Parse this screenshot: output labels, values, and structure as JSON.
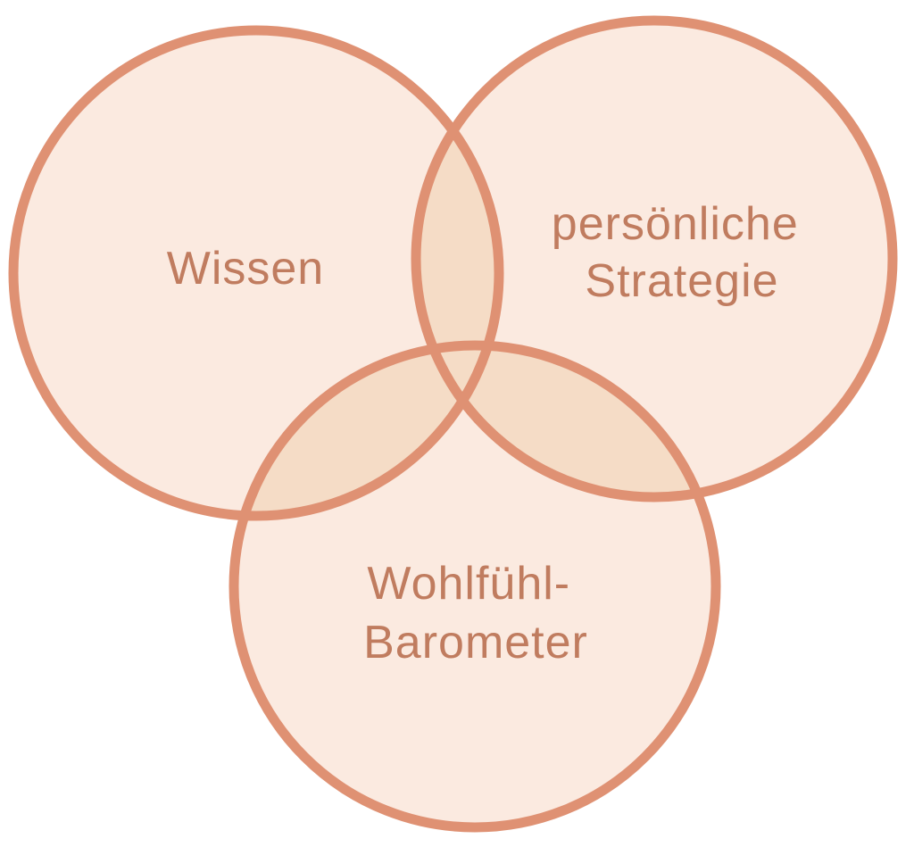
{
  "colors": {
    "circle_fill": "#fbeae0",
    "overlap_fill": "#f5dcc6",
    "outline": "#df9173",
    "text": "#c07c5f"
  },
  "circles": [
    {
      "name": "wissen",
      "lines": [
        "Wissen"
      ]
    },
    {
      "name": "strategie",
      "lines": [
        "persönliche",
        "Strategie"
      ]
    },
    {
      "name": "barometer",
      "lines": [
        "Wohlfühl-",
        "Barometer"
      ]
    }
  ]
}
